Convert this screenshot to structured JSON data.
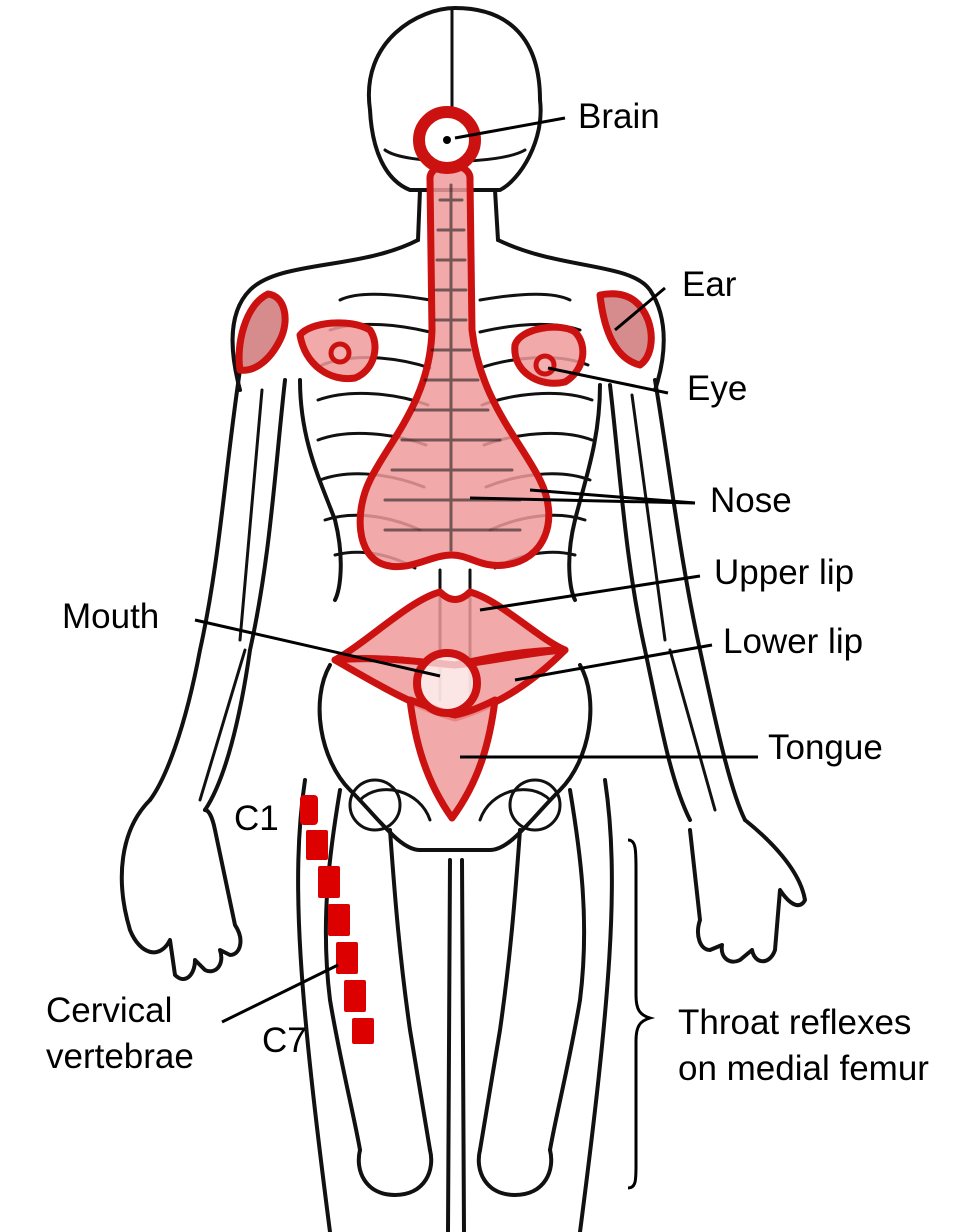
{
  "colors": {
    "zone_fill": "#ef9a9a",
    "zone_stroke": "#cc1111",
    "vertebra_fill": "#dd0000",
    "outline": "#111111"
  },
  "labels": {
    "brain": "Brain",
    "ear": "Ear",
    "eye": "Eye",
    "nose": "Nose",
    "upper_lip": "Upper lip",
    "mouth": "Mouth",
    "lower_lip": "Lower lip",
    "tongue": "Tongue",
    "c1": "C1",
    "c7": "C7",
    "cervical_1": "Cervical",
    "cervical_2": "vertebrae",
    "throat_1": "Throat reflexes",
    "throat_2": "on medial femur"
  }
}
